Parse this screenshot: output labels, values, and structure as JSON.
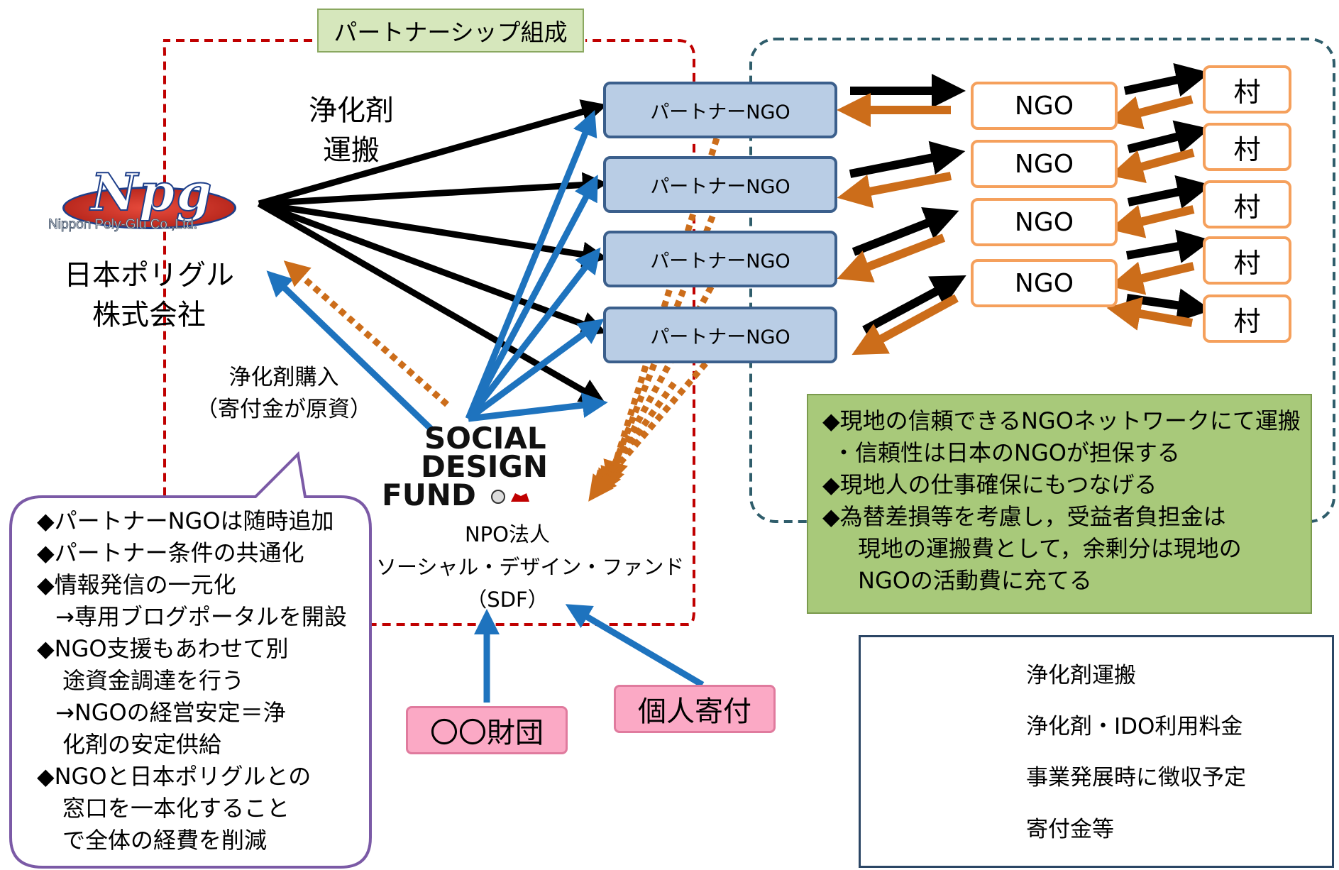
{
  "partnership_title": "パートナーシップ組成",
  "company": {
    "logo_text": "Npg",
    "logo_subtext": "Nippon Poly-Glu Co.,Ltd.",
    "name_line1": "日本ポリグル",
    "name_line2": "株式会社"
  },
  "transport_label": {
    "line1": "浄化剤",
    "line2": "運搬"
  },
  "purchase_label": {
    "line1": "浄化剤購入",
    "line2": "（寄付金が原資）"
  },
  "partners": [
    "パートナーNGO",
    "パートナーNGO",
    "パートナーNGO",
    "パートナーNGO"
  ],
  "ngos": [
    "NGO",
    "NGO",
    "NGO",
    "NGO"
  ],
  "villages": [
    "村",
    "村",
    "村",
    "村",
    "村"
  ],
  "sdf": {
    "logo_line1": "SOCIAL",
    "logo_line2": "DESIGN",
    "logo_line3": "FUND",
    "line1": "NPO法人",
    "line2": "ソーシャル・デザイン・ファンド",
    "line3": "（SDF）"
  },
  "donors": {
    "foundation": "〇〇財団",
    "individual": "個人寄付"
  },
  "info_box": [
    "◆現地の信頼できるNGOネットワークにて運搬",
    "・信頼性は日本のNGOが担保する",
    "◆現地人の仕事確保にもつなげる",
    "◆為替差損等を考慮し，受益者負担金は",
    "現地の運搬費として，余剰分は現地の",
    "NGOの活動費に充てる"
  ],
  "callout": [
    "◆パートナーNGOは随時追加",
    "◆パートナー条件の共通化",
    "◆情報発信の一元化",
    "→専用ブログポータルを開設",
    "◆NGO支援もあわせて別",
    "途資金調達を行う",
    "→NGOの経営安定＝浄",
    "化剤の安定供給",
    "◆NGOと日本ポリグルとの",
    "窓口を一本化すること",
    "で全体の経費を削減"
  ],
  "legend": [
    {
      "label": "浄化剤運搬",
      "style": "solid-black"
    },
    {
      "label": "浄化剤・IDO利用料金",
      "style": "solid-orange"
    },
    {
      "label": "事業発展時に徴収予定",
      "style": "dashed-orange"
    },
    {
      "label": "寄付金等",
      "style": "solid-blue"
    }
  ],
  "colors": {
    "black_arrow": "#000000",
    "orange_arrow": "#cc6d1a",
    "blue_arrow": "#1e73be",
    "partner_fill": "#b9cde5",
    "ngo_border": "#f5a05c",
    "info_fill": "#a8c97a",
    "donor_fill": "#fba9c5",
    "partnership_border": "#c00000",
    "network_border": "#2f5d6b",
    "callout_border": "#7b5aa6"
  }
}
